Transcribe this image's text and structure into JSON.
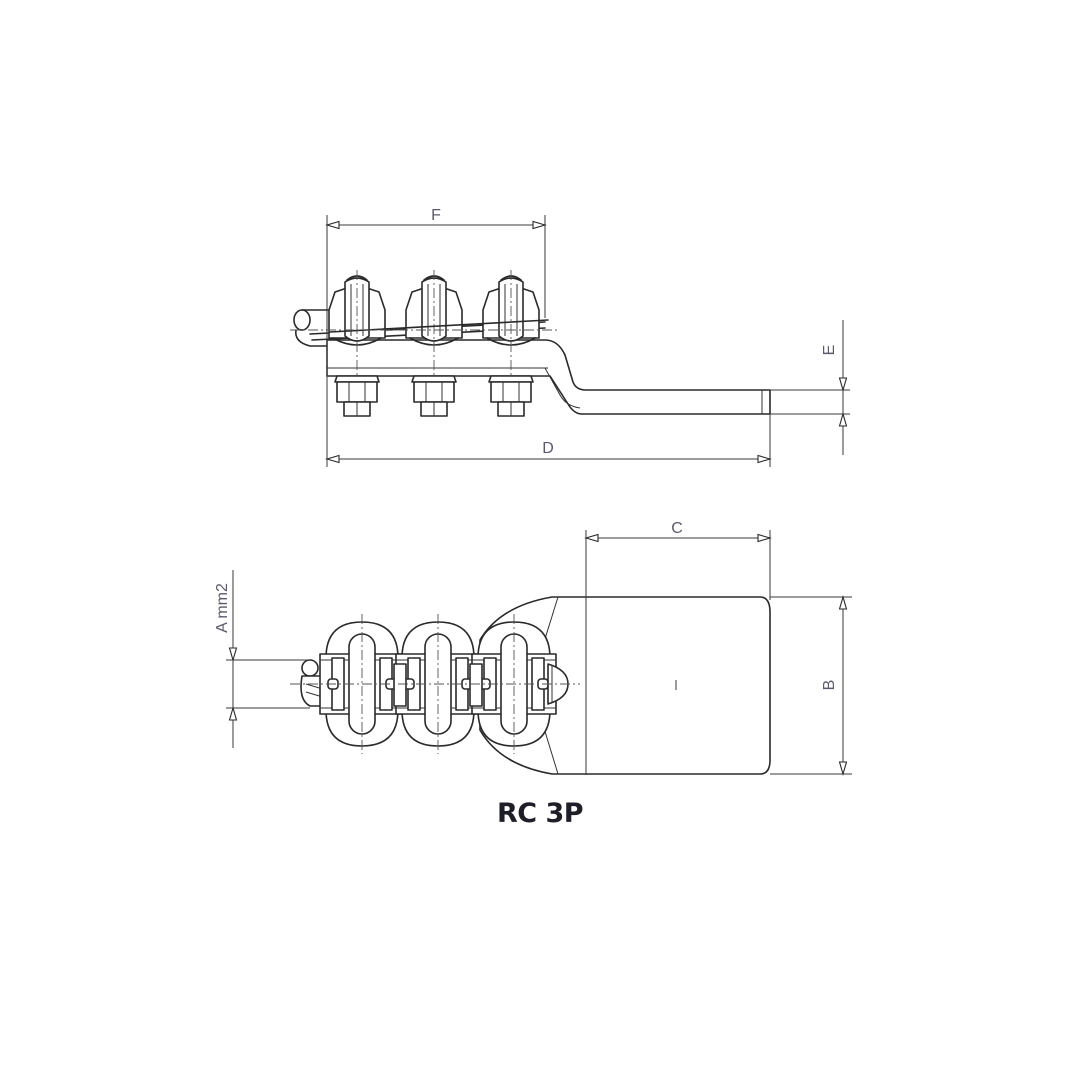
{
  "drawing": {
    "title": "RC 3P",
    "views": [
      "side-view",
      "top-view"
    ],
    "side_view": {
      "dimensions": {
        "F": "F",
        "D": "D",
        "E": "E"
      },
      "bolt_count": 3
    },
    "top_view": {
      "dimensions": {
        "C": "C",
        "B": "B",
        "A": "A mm2"
      },
      "clamp_count": 3
    },
    "colors": {
      "background": "#ffffff",
      "line": "#2a2a2a",
      "dimension_text": "#5a5a6e",
      "title": "#1e1e28"
    }
  }
}
